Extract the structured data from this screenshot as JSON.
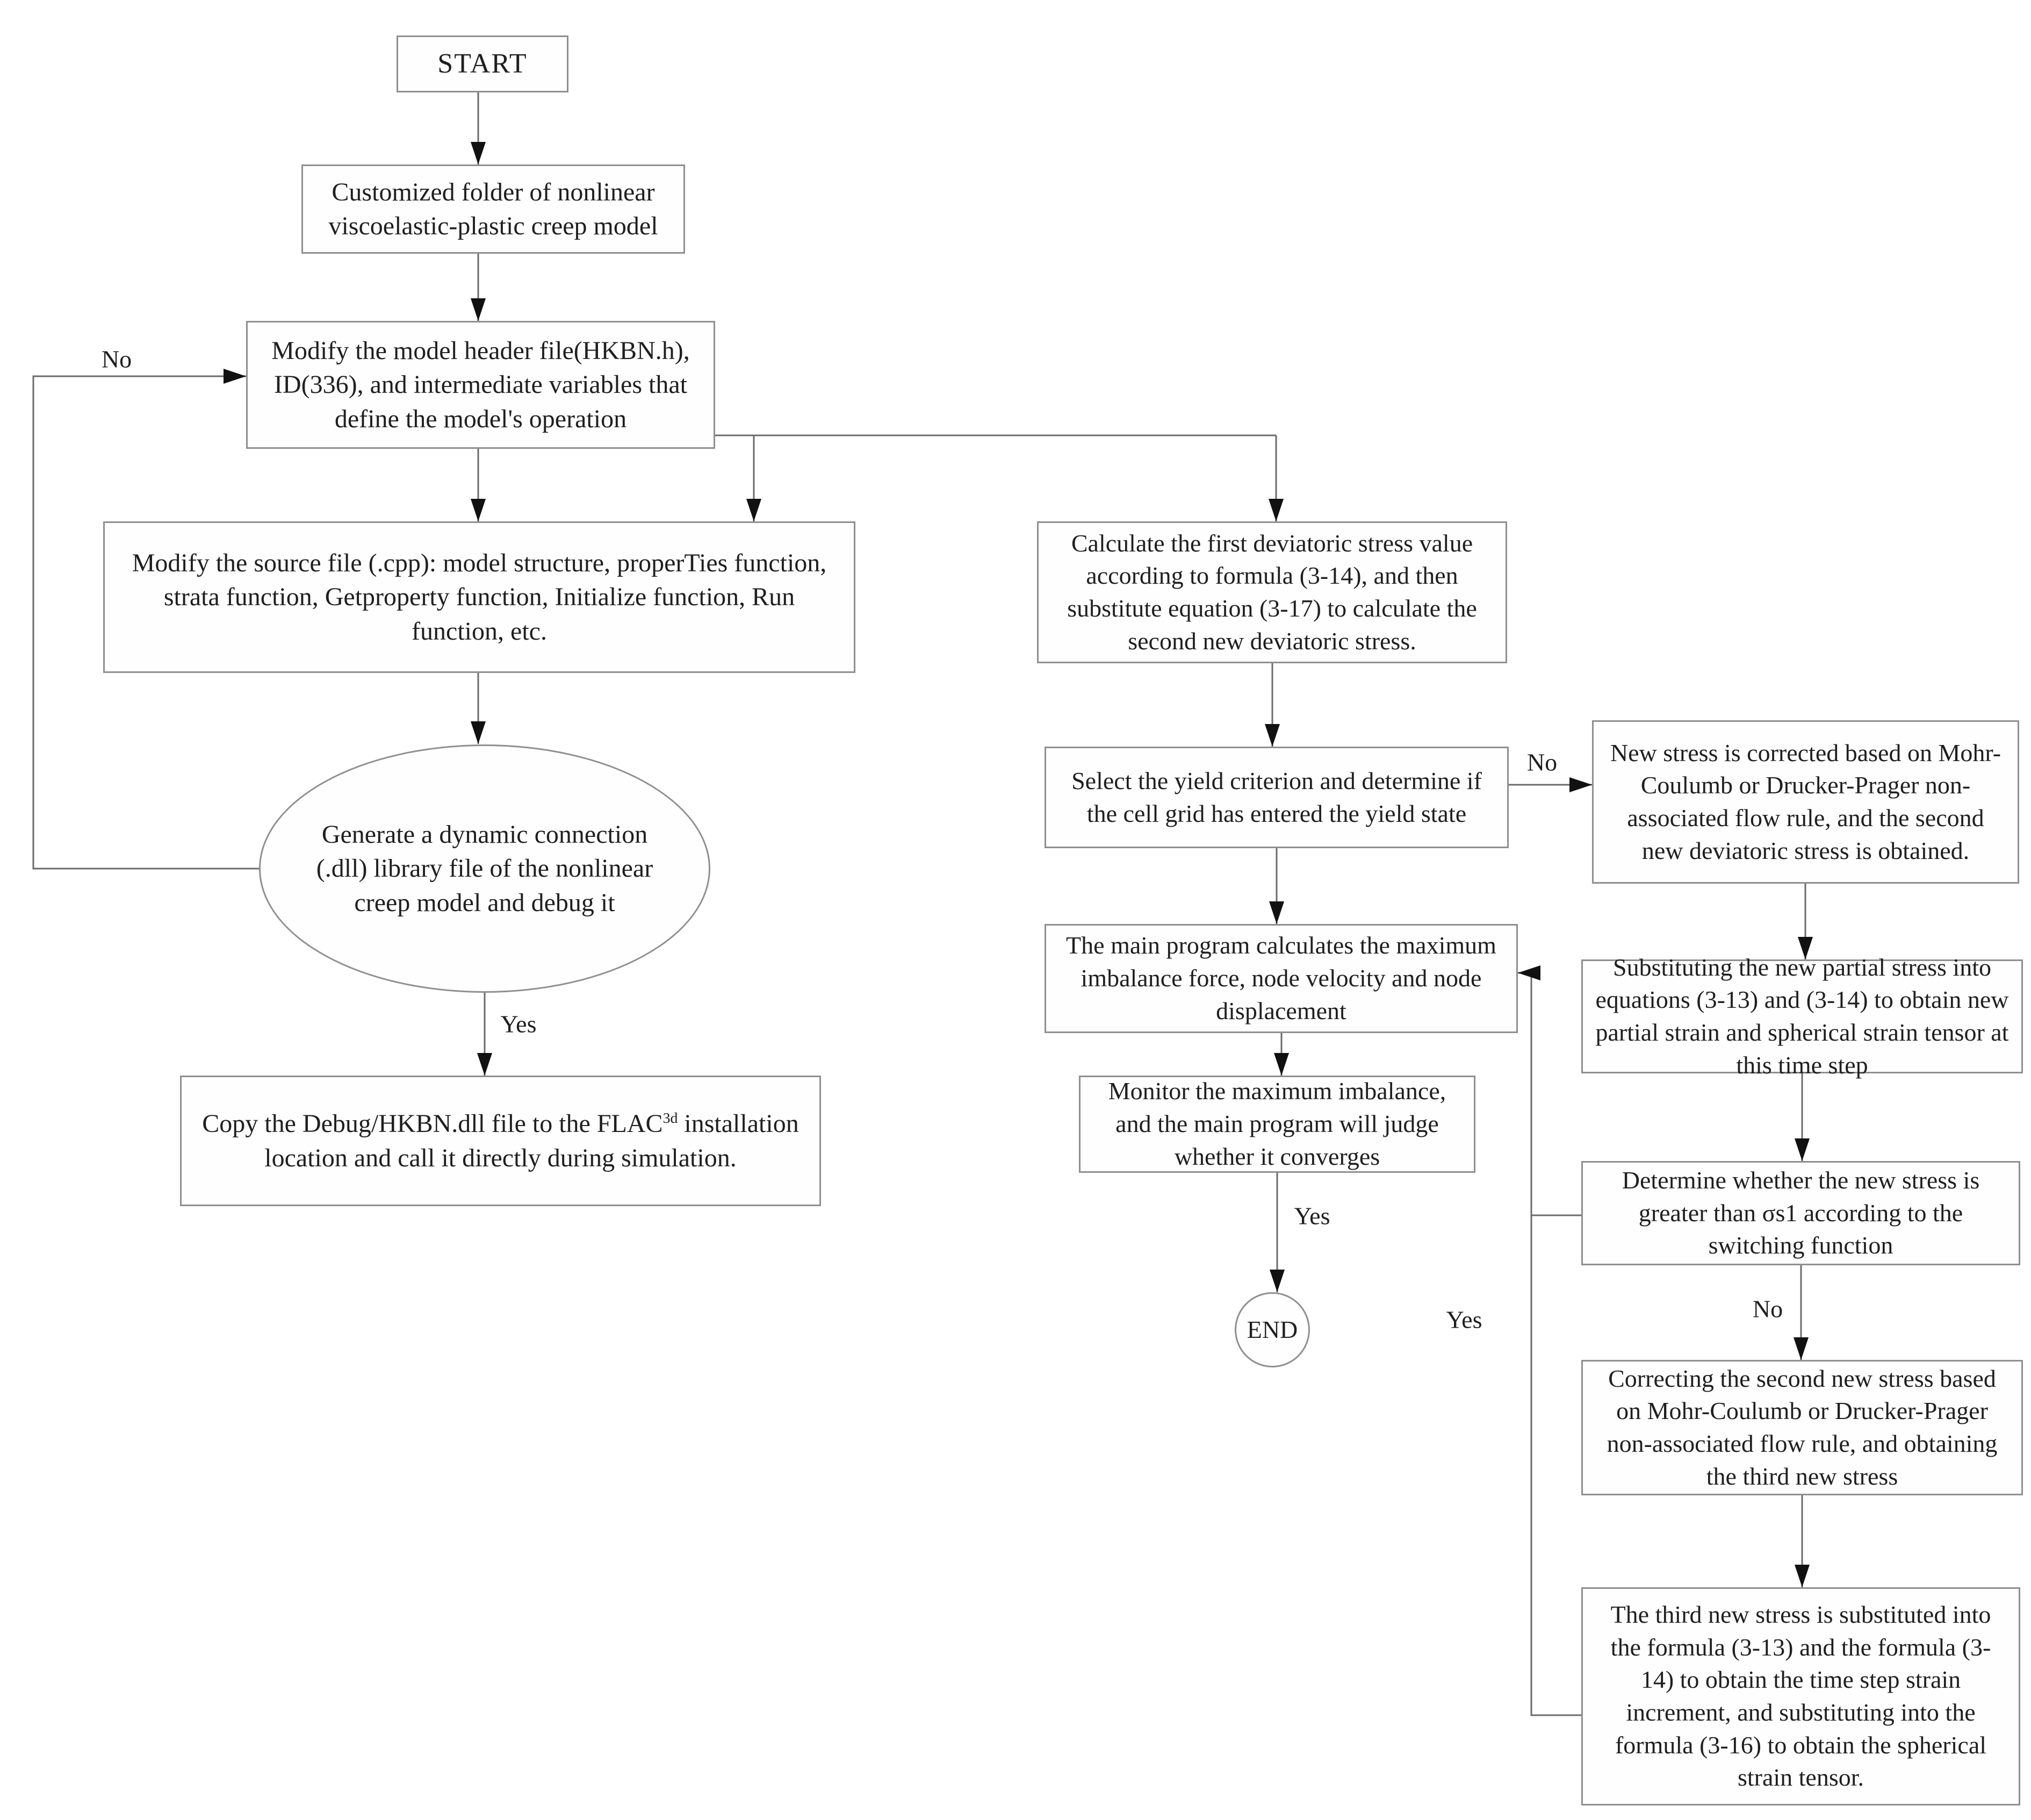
{
  "diagram": {
    "type": "flowchart",
    "nodes": {
      "start": {
        "label": "START"
      },
      "customized_folder": {
        "text": "Customized folder of nonlinear viscoelastic-plastic creep model"
      },
      "modify_header": {
        "text": "Modify the model header file(HKBN.h), ID(336), and intermediate variables that define the model's operation"
      },
      "modify_source": {
        "text": "Modify the source file (.cpp): model structure, properTies function, strata function, Getproperty function, Initialize function, Run function, etc."
      },
      "generate_dll": {
        "text": "Generate a dynamic connection (.dll) library file of the nonlinear creep model and debug it"
      },
      "copy_dll": {
        "pre": "Copy the Debug/HKBN.dll file to the FLAC",
        "sup": "3d",
        "post": " installation location and call it directly during simulation."
      },
      "calc_first_deviatoric": {
        "text": "Calculate the first deviatoric stress value according to formula (3-14), and then substitute equation (3-17) to calculate the second new deviatoric stress."
      },
      "select_yield": {
        "text": "Select the yield criterion and determine if the cell grid has entered the yield state"
      },
      "main_program": {
        "text": "The main program calculates the maximum imbalance force, node velocity and node displacement"
      },
      "monitor_imbalance": {
        "text": "Monitor the maximum imbalance, and the main program will judge whether it converges"
      },
      "end": {
        "label": "END"
      },
      "new_stress_corrected": {
        "text": "New stress is corrected based on Mohr-Coulumb or Drucker-Prager non-associated flow rule, and the second new deviatoric stress is obtained."
      },
      "substituting_partial": {
        "text": "Substituting the new partial stress into equations (3-13) and (3-14) to obtain new partial strain and spherical strain tensor at this time step"
      },
      "determine_switching": {
        "text": "Determine whether the new stress is greater than σs1 according to the switching function"
      },
      "correcting_second": {
        "text": "Correcting the second new stress based on Mohr-Coulumb or Drucker-Prager non-associated flow rule, and obtaining the third new stress"
      },
      "third_new_stress": {
        "text": "The third new stress is substituted into the formula (3-13) and the formula (3-14) to obtain the time step strain increment, and substituting into the formula (3-16) to obtain the spherical strain tensor."
      }
    },
    "edge_labels": {
      "loop_no": "No",
      "dll_yes": "Yes",
      "yield_no": "No",
      "converge_yes": "Yes",
      "switch_no": "No",
      "feedback_yes": "Yes"
    },
    "colors": {
      "background": "#ffffff",
      "box_border": "#8f8f8f",
      "connector": "#6b6b6b",
      "arrowhead": "#111111",
      "text": "#1f1f1f"
    }
  }
}
